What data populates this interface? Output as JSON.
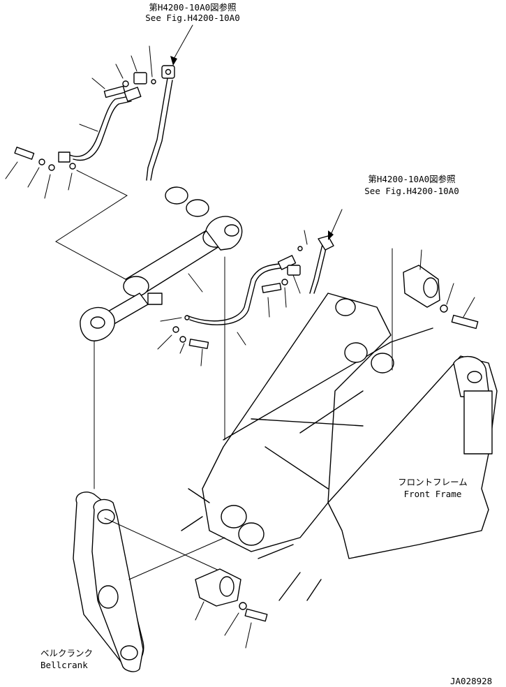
{
  "callouts": {
    "top": {
      "jp": "第H4200-10A0図参照",
      "en": "See Fig.H4200-10A0"
    },
    "middle": {
      "jp": "第H4200-10A0図参照",
      "en": "See Fig.H4200-10A0"
    }
  },
  "parts": {
    "front_frame": {
      "jp": "フロントフレーム",
      "en": "Front Frame"
    },
    "bellcrank": {
      "jp": "ベルクランク",
      "en": "Bellcrank"
    }
  },
  "drawing_number": "JA028928"
}
